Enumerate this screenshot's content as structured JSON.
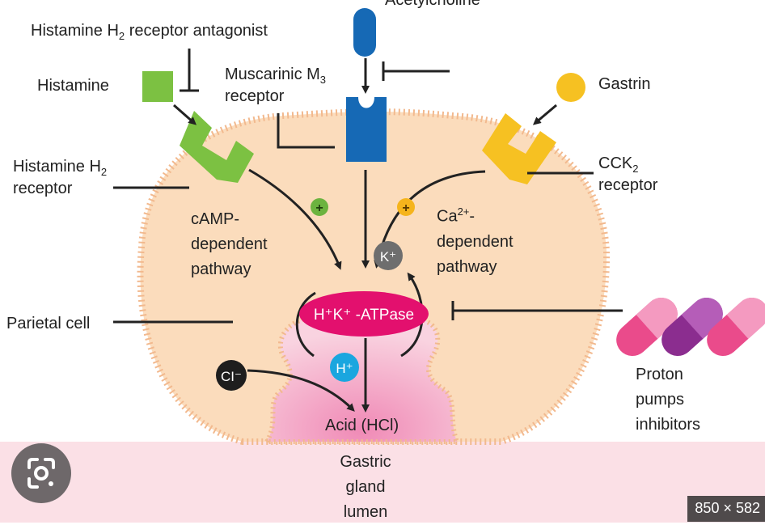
{
  "labels": {
    "h2_antagonist": {
      "pre": "Histamine H",
      "sub": "2",
      "post": " receptor antagonist"
    },
    "histamine": "Histamine",
    "acetylcholine": "Acetylcholine",
    "muscarinic": {
      "line1_pre": "Muscarinic M",
      "line1_sub": "3",
      "line2": "receptor"
    },
    "gastrin": "Gastrin",
    "h2_receptor": {
      "line1_pre": "Histamine H",
      "line1_sub": "2",
      "line2": "receptor"
    },
    "cck2": {
      "line1_pre": "CCK",
      "line1_sub": "2",
      "line2": "receptor"
    },
    "camp": {
      "line1": "cAMP-",
      "line2": "dependent",
      "line3": "pathway"
    },
    "ca": {
      "line1_pre": "Ca",
      "line1_sup": "2+",
      "line1_post": "-",
      "line2": "dependent",
      "line3": "pathway"
    },
    "parietal": "Parietal cell",
    "atpase": "H⁺K⁺ -ATPase",
    "k_ion": "K⁺",
    "h_ion": "H⁺",
    "cl_ion": "CI⁻",
    "plus": "+",
    "acid": "Acid (HCl)",
    "gastric": {
      "line1": "Gastric",
      "line2": "gland",
      "line3": "lumen"
    },
    "ppi": {
      "line1": "Proton",
      "line2": "pumps",
      "line3": "inhibitors"
    }
  },
  "overlay": {
    "size_badge": "850 × 582",
    "lens_icon": "lens-camera-icon"
  },
  "colors": {
    "cell_fill": "#fbdcbc",
    "cell_border": "#f2b98e",
    "lumen_pink": "#f6c3d4",
    "bottom_band": "#fbe0e6",
    "atpase": "#e3106e",
    "histamine_green": "#7cc142",
    "ach_blue": "#1669b5",
    "gastrin_yellow": "#f6c122",
    "k_gray": "#6e6e6e",
    "h_cyan": "#1aa6df",
    "cl_black": "#1e1e1e",
    "plus_green": "#6cb33f",
    "plus_yellow": "#f5b41c",
    "pill_pink": "#ea4b8b",
    "pill_purple": "#8b2d8f",
    "pill_light": "#f49ac0"
  }
}
